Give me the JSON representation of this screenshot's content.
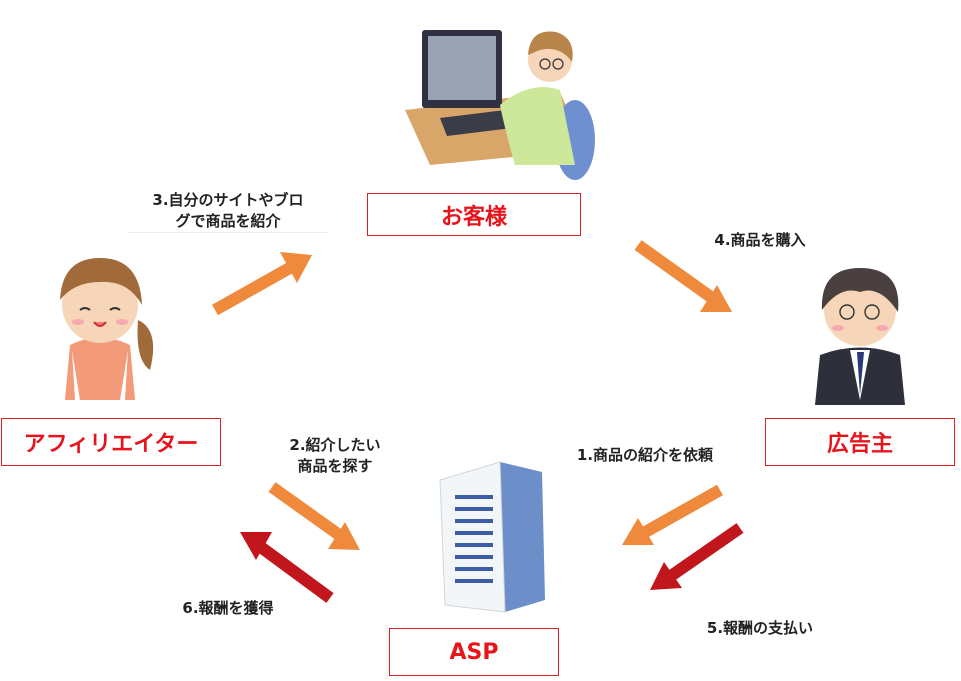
{
  "nodes": {
    "customer": "お客様",
    "affiliater": "アフィリエイター",
    "advertiser": "広告主",
    "asp": "ASP"
  },
  "steps": {
    "s1": "1.商品の紹介を依頼",
    "s2_line1": "2.紹介したい",
    "s2_line2": "商品を探す",
    "s3_line1": "3.自分のサイトやブロ",
    "s3_line2": "グで商品を紹介",
    "s4": "4.商品を購入",
    "s5": "5.報酬の支払い",
    "s6": "6.報酬を獲得"
  },
  "colors": {
    "orange_arrow": "#ef8a3c",
    "red_arrow": "#c0161c",
    "box_border": "#e02020",
    "box_text": "#e8141c"
  },
  "icons": [
    "computer-user-icon",
    "affiliater-woman-icon",
    "advertiser-man-icon",
    "office-building-icon"
  ]
}
